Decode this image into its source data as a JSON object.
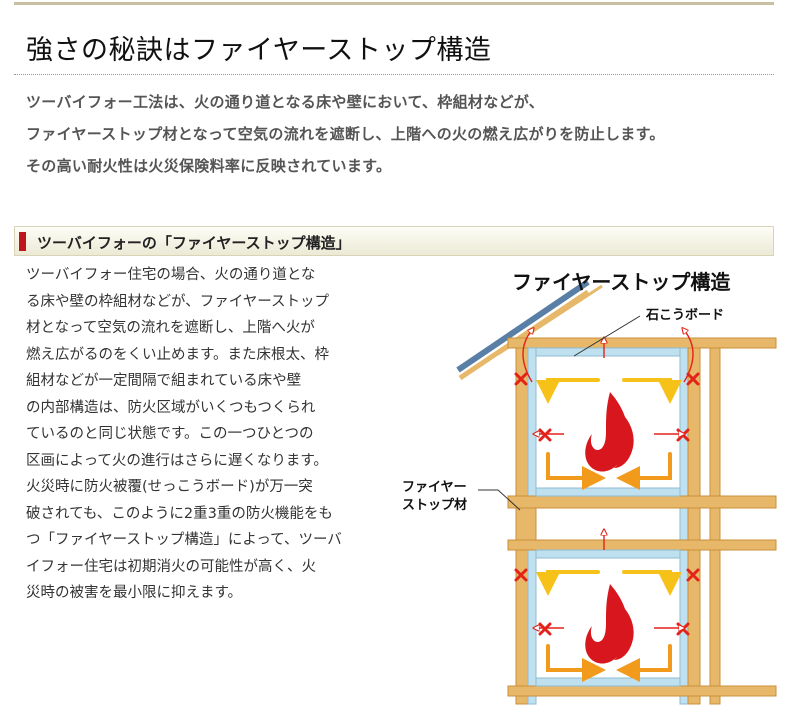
{
  "page": {
    "title": "強さの秘訣はファイヤーストップ構造",
    "intro_lines": [
      "ツーバイフォー工法は、火の通り道となる床や壁において、枠組材などが、",
      "ファイヤーストップ材となって空気の流れを遮断し、上階への火の燃え広がりを防止します。",
      "その高い耐火性は火災保険料率に反映されています。"
    ]
  },
  "section": {
    "title": "ツーバイフォーの「ファイヤーストップ構造」",
    "marker_color": "#c0151b",
    "body_lines": [
      "ツーバイフォー住宅の場合、火の通り道とな",
      "る床や壁の枠組材などが、ファイヤーストップ",
      "材となって空気の流れを遮断し、上階へ火が",
      "燃え広がるのをくい止めます。また床根太、枠",
      "組材などが一定間隔で組まれている床や壁",
      "の内部構造は、防火区域がいくつもつくられ",
      "ているのと同じ状態です。この一つひとつの",
      "区画によって火の進行はさらに遅くなります。",
      "火災時に防火被覆(せっこうボード)が万一突",
      "破されても、このように2重3重の防火機能をも",
      "つ「ファイヤーストップ構造」によって、ツーバ",
      "イフォー住宅は初期消火の可能性が高く、火",
      "災時の被害を最小限に抑えます。"
    ]
  },
  "diagram": {
    "title": "ファイヤーストップ構造",
    "label_gypsum": "石こうボード",
    "label_firestop_line1": "ファイヤー",
    "label_firestop_line2": "ストップ材",
    "colors": {
      "timber": "#e7b86a",
      "timber_dark": "#c98f3a",
      "board": "#bfe0ee",
      "flame": "#d7161d",
      "arrow_yellow": "#f6c21a",
      "arrow_orange": "#f29a1b",
      "blocked_x": "#e2231a",
      "roof": "#5a7fa6"
    }
  }
}
